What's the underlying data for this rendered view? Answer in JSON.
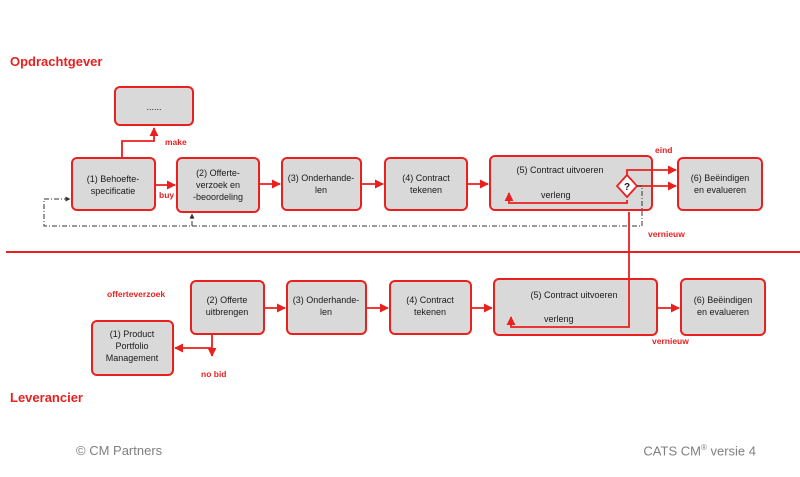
{
  "diagram": {
    "top_label": "Opdrachtgever",
    "bottom_label": "Leverancier",
    "top_row": {
      "placeholder": "......",
      "make": "make",
      "buy": "buy",
      "step1": [
        "(1)  Behoefte-",
        "specificatie"
      ],
      "step2": [
        "(2) Offerte-",
        "verzoek en",
        "-beoordeling"
      ],
      "step3": [
        "(3) Onderhande-",
        "len"
      ],
      "step4": [
        "(4) Contract",
        "tekenen"
      ],
      "step5": "(5) Contract uitvoeren",
      "step5_loop": "verleng",
      "decision": "?",
      "eind": "eind",
      "step6": [
        "(6) Beëindigen",
        "en evalueren"
      ],
      "vernieuw": "vernieuw"
    },
    "bottom_row": {
      "offerteverzoek": "offerteverzoek",
      "step1": [
        "(1) Product",
        "Portfolio",
        "Management"
      ],
      "no_bid": "no bid",
      "step2": [
        "(2) Offerte",
        "uitbrengen"
      ],
      "step3": [
        "(3) Onderhande-",
        "len"
      ],
      "step4": [
        "(4) Contract",
        "tekenen"
      ],
      "step5": "(5) Contract uitvoeren",
      "step5_loop": "verleng",
      "step6": [
        "(6) Beëindigen",
        "en evalueren"
      ],
      "vernieuw": "vernieuw"
    }
  },
  "footer": {
    "left": "© CM Partners",
    "right_prefix": "CATS CM",
    "right_sup": "®",
    "right_suffix": " versie 4"
  }
}
